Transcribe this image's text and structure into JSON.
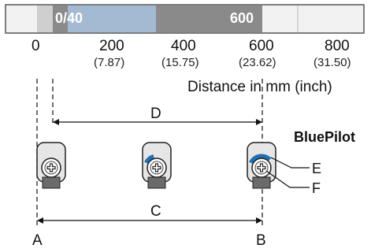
{
  "range_bar": {
    "left_label": "0/40",
    "right_label": "600",
    "colors": {
      "frame": "#f2f2f2",
      "frame_border": "#555555",
      "gray_fill": "#8a8a8a",
      "blue_highlight": "#a9c9ea",
      "edge_light": "#cfcfcf"
    }
  },
  "scale": {
    "ticks": [
      {
        "value": "0",
        "inch": ""
      },
      {
        "value": "200",
        "inch": "(7.87)"
      },
      {
        "value": "400",
        "inch": "(15.75)"
      },
      {
        "value": "600",
        "inch": "(23.62)"
      },
      {
        "value": "800",
        "inch": "(31.50)"
      }
    ],
    "title": "Distance in mm (inch)"
  },
  "dimensions": {
    "d_label": "D",
    "c_label": "C",
    "end_a": "A",
    "end_b": "B"
  },
  "brand": "BluePilot",
  "callouts": {
    "e_label": "E",
    "f_label": "F"
  },
  "devices": [
    {
      "name": "knob-no-arc",
      "arc": "none"
    },
    {
      "name": "knob-small-arc",
      "arc": "small"
    },
    {
      "name": "knob-large-arc",
      "arc": "large"
    }
  ],
  "colors": {
    "accent_blue": "#1f6fb5",
    "device_body": "#e6e6e6",
    "device_dark": "#6b6b6b"
  }
}
